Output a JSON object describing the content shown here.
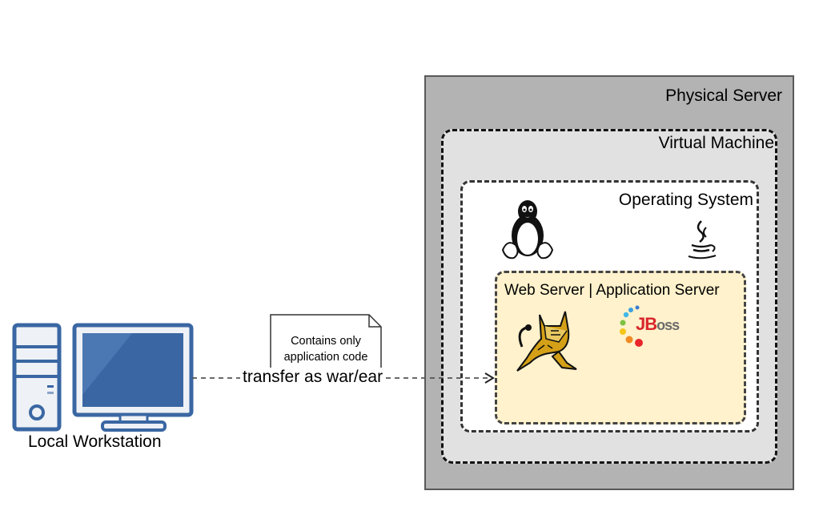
{
  "diagram": {
    "nodes": {
      "physical_server": {
        "label": "Physical Server",
        "fill": "#b3b3b3"
      },
      "virtual_machine": {
        "label": "Virtual Machine",
        "fill": "#e1e1e1"
      },
      "operating_system": {
        "label": "Operating System",
        "fill": "#ffffff",
        "icons": [
          "linux-tux-icon",
          "java-icon"
        ]
      },
      "web_app_server": {
        "label": "Web Server | Application Server",
        "fill": "#fff2cc",
        "icons": [
          "tomcat-icon",
          "jboss-icon"
        ],
        "jboss_text": "JBoss"
      },
      "local_workstation": {
        "label": "Local Workstation",
        "icon": "desktop-computer-icon",
        "accent": "#3a67a3"
      }
    },
    "edges": [
      {
        "from": "local_workstation",
        "to": "web_app_server",
        "label": "transfer as war/ear",
        "style": "dashed-arrow"
      }
    ],
    "note": {
      "line1": "Contains only",
      "line2": "application code"
    }
  }
}
